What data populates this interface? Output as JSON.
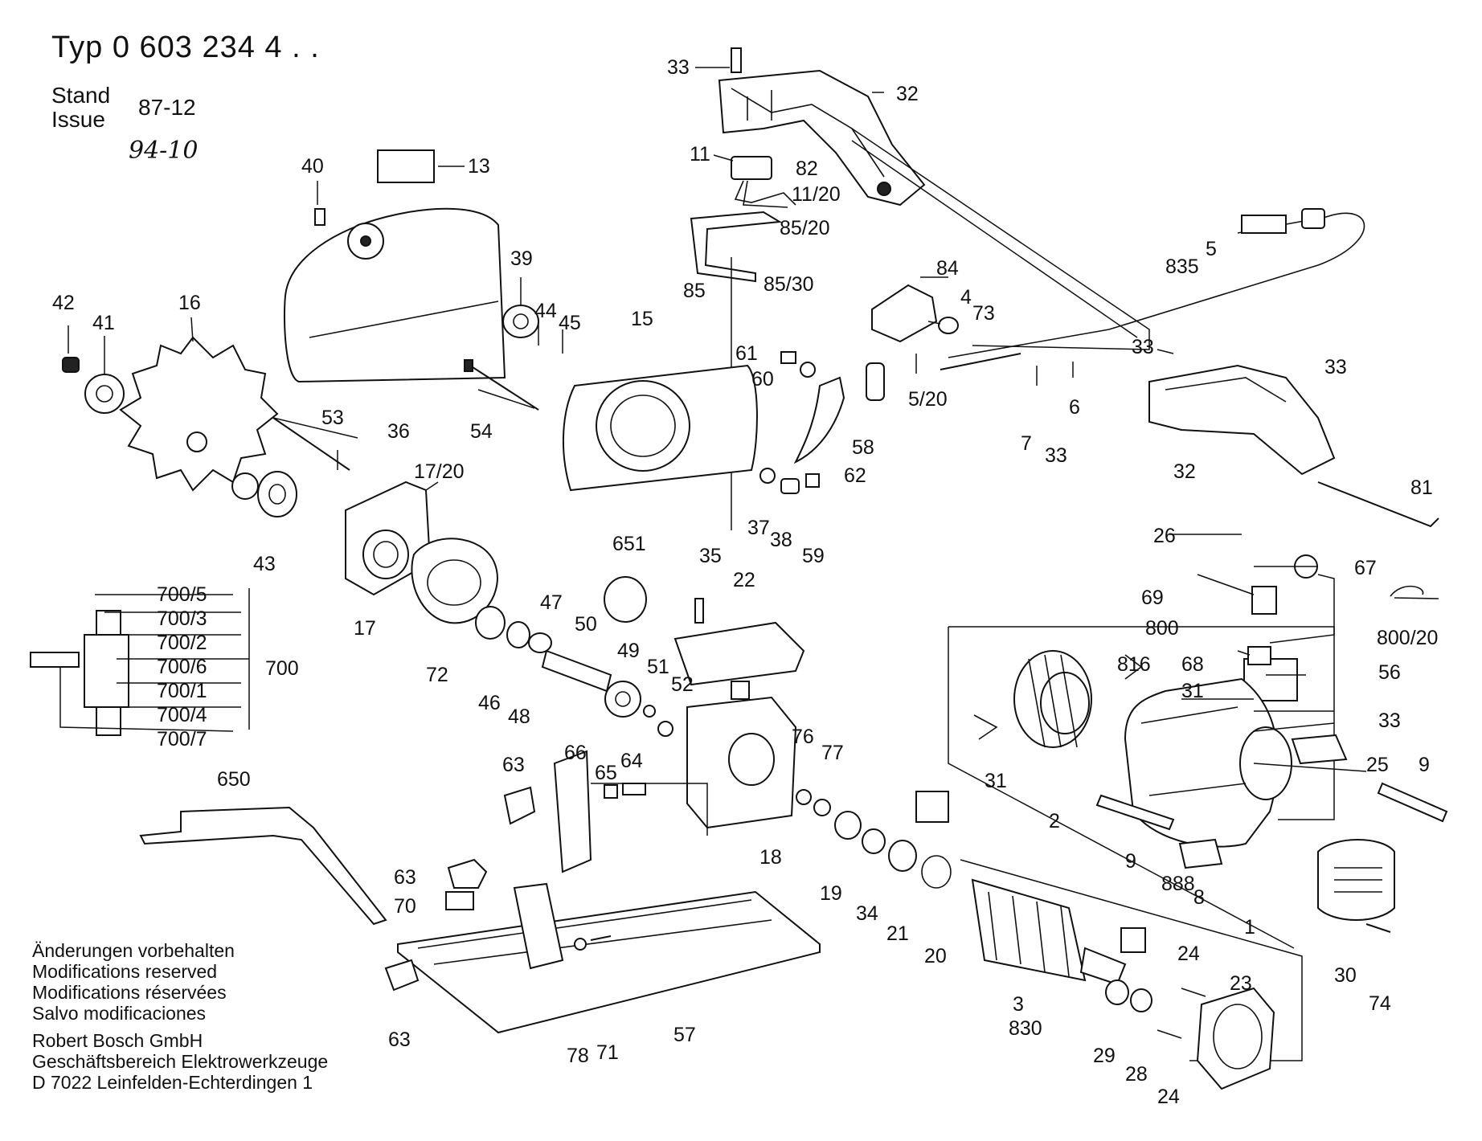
{
  "header": {
    "typ_label": "Typ",
    "typ_number": "0 603 234 4 . .",
    "stand_label": "Stand",
    "issue_label": "Issue",
    "stand_value": "87-12",
    "handwritten_date": "94-10"
  },
  "notes": [
    "Änderungen vorbehalten",
    "Modifications reserved",
    "Modifications réservées",
    "Salvo modificaciones"
  ],
  "company": [
    "Robert Bosch GmbH",
    "Geschäftsbereich Elektrowerkzeuge",
    "D 7022 Leinfelden-Echterdingen 1"
  ],
  "callouts": {
    "c33a": "33",
    "c32a": "32",
    "c11": "11",
    "c82": "82",
    "c11_20": "11/20",
    "c85_20": "85/20",
    "c85": "85",
    "c85_30": "85/30",
    "c40": "40",
    "c13": "13",
    "c39": "39",
    "c44": "44",
    "c45": "45",
    "c15": "15",
    "c42": "42",
    "c41": "41",
    "c16": "16",
    "c36": "36",
    "c54": "54",
    "c53": "53",
    "c17_20": "17/20",
    "c43": "43",
    "c17": "17",
    "c61": "61",
    "c60": "60",
    "c58": "58",
    "c62": "62",
    "c37": "37",
    "c38": "38",
    "c59": "59",
    "c84": "84",
    "c4": "4",
    "c73": "73",
    "c5_20": "5/20",
    "c7": "7",
    "c33b": "33",
    "c6": "6",
    "c835": "835",
    "c5": "5",
    "c33c": "33",
    "c33d": "33",
    "c32b": "32",
    "c81": "81",
    "c26": "26",
    "c67": "67",
    "c69": "69",
    "c800": "800",
    "c800_20": "800/20",
    "c816": "816",
    "c68": "68",
    "c56": "56",
    "c31a": "31",
    "c33e": "33",
    "c25": "25",
    "c9a": "9",
    "c31b": "31",
    "c2": "2",
    "c9b": "9",
    "c888": "888",
    "c1": "1",
    "c30": "30",
    "c74": "74",
    "c651": "651",
    "c35": "35",
    "c22": "22",
    "c47": "47",
    "c50": "50",
    "c49": "49",
    "c51": "51",
    "c52": "52",
    "c72": "72",
    "c46": "46",
    "c48": "48",
    "c700_5": "700/5",
    "c700_3": "700/3",
    "c700_2": "700/2",
    "c700_6": "700/6",
    "c700": "700",
    "c700_1": "700/1",
    "c700_4": "700/4",
    "c700_7": "700/7",
    "c63a": "63",
    "c66": "66",
    "c65": "65",
    "c64": "64",
    "c76": "76",
    "c77": "77",
    "c18": "18",
    "c19": "19",
    "c34": "34",
    "c21": "21",
    "c20": "20",
    "c650": "650",
    "c63b": "63",
    "c70": "70",
    "c78": "78",
    "c71": "71",
    "c57": "57",
    "c63c": "63",
    "c830": "830",
    "c29": "29",
    "c28": "28",
    "c24a": "24",
    "c23": "23",
    "c24b": "24",
    "c8": "8",
    "c3": "3"
  }
}
